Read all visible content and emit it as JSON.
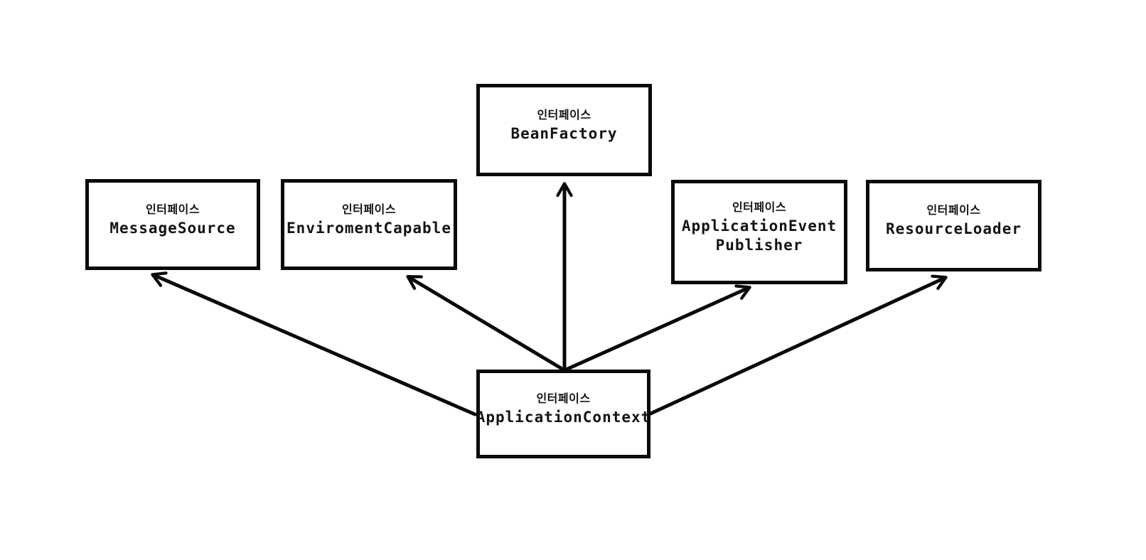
{
  "diagram": {
    "background_color": "#ffffff",
    "line_color": "#0a0a0a",
    "stereotype_label": "인터페이스",
    "nodes": {
      "bean_factory": {
        "stereotype": "인터페이스",
        "name": "BeanFactory"
      },
      "message_source": {
        "stereotype": "인터페이스",
        "name": "MessageSource"
      },
      "enviroment_capable": {
        "stereotype": "인터페이스",
        "name": "EnviromentCapable"
      },
      "application_event_publisher": {
        "stereotype": "인터페이스",
        "name": "ApplicationEvent\nPublisher"
      },
      "resource_loader": {
        "stereotype": "인터페이스",
        "name": "ResourceLoader"
      },
      "application_context": {
        "stereotype": "인터페이스",
        "name": "ApplicationContext"
      }
    },
    "edges": [
      {
        "from": "ApplicationContext",
        "to": "MessageSource",
        "style": "arrow"
      },
      {
        "from": "ApplicationContext",
        "to": "EnviromentCapable",
        "style": "arrow"
      },
      {
        "from": "ApplicationContext",
        "to": "BeanFactory",
        "style": "arrow"
      },
      {
        "from": "ApplicationContext",
        "to": "ApplicationEventPublisher",
        "style": "arrow"
      },
      {
        "from": "ApplicationContext",
        "to": "ResourceLoader",
        "style": "arrow"
      }
    ]
  }
}
